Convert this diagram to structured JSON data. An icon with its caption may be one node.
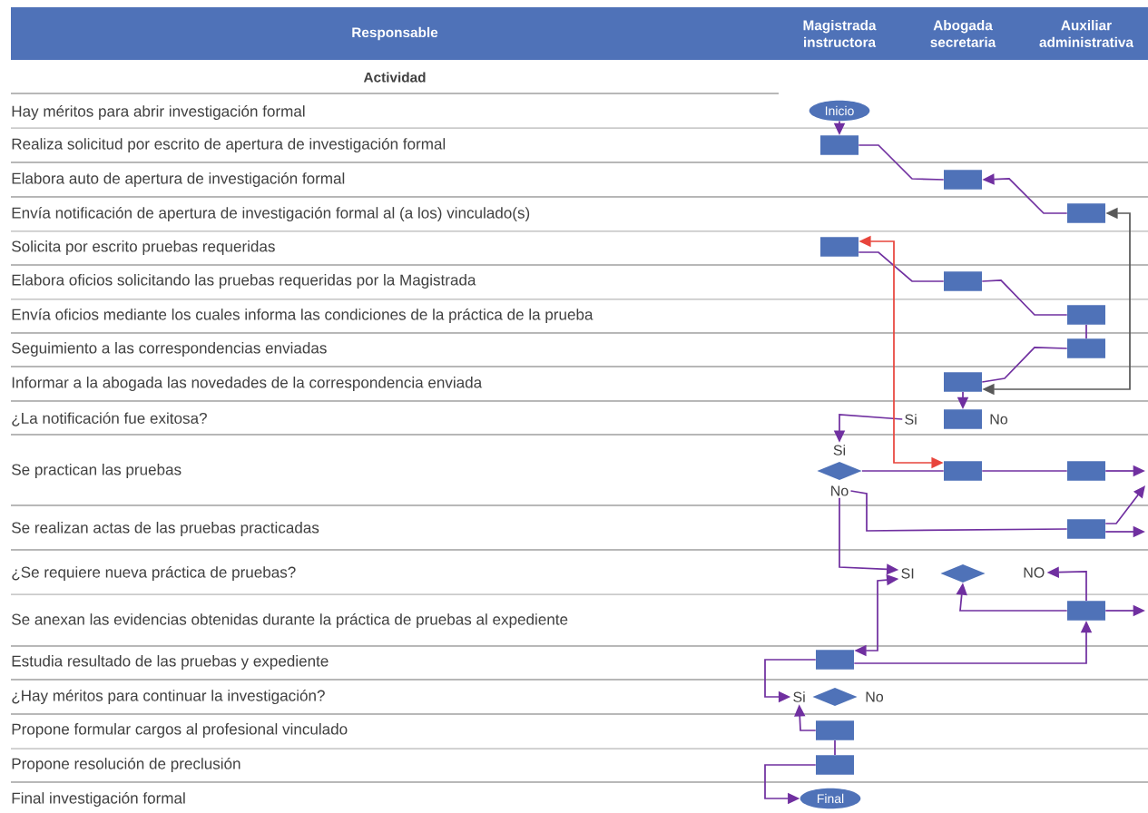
{
  "diagram": {
    "nodes": [
      {
        "text": [
          "Inicio"
        ]
      },
      {
        "text": [],
        "shape": "box"
      },
      {
        "text": [],
        "shape": "box"
      },
      {
        "text": [],
        "shape": "box"
      },
      {
        "text": [],
        "shape": "box"
      },
      {
        "text": [],
        "shape": "box"
      },
      {
        "text": [],
        "shape": "box"
      },
      {
        "text": [],
        "shape": "box"
      },
      {
        "text": [],
        "shape": "box"
      },
      {
        "text": [],
        "shape": "box",
        "beside": [
          "Si",
          "No"
        ]
      },
      {
        "text": [],
        "shape": "diamond",
        "beside": [
          "Si",
          "No"
        ]
      },
      {
        "text": [],
        "shape": "box"
      },
      {
        "text": [],
        "shape": "box"
      },
      {
        "text": [],
        "shape": "box"
      },
      {
        "text": [],
        "shape": "diamond",
        "beside": [
          "SI",
          "NO"
        ]
      },
      {
        "text": [],
        "shape": "box"
      },
      {
        "text": [],
        "shape": "box"
      },
      {
        "text": [],
        "shape": "diamond",
        "beside": [
          "Si",
          "No"
        ]
      },
      {
        "text": [],
        "shape": "box"
      },
      {
        "text": [],
        "shape": "box"
      },
      {
        "text": [
          "Final"
        ]
      }
    ],
    "edges": [
      {
        "from": 0,
        "to": 1,
        "arrow": "to"
      },
      {
        "from": 1,
        "to": 2,
        "arrow": "none"
      },
      {
        "from": 3,
        "to": 2,
        "arrow": "to"
      },
      {
        "from": 3,
        "to": 8,
        "arrow": "both",
        "color": "#595959"
      },
      {
        "from": 4,
        "to": 5,
        "arrow": "none"
      },
      {
        "from": 5,
        "to": 6,
        "arrow": "none"
      },
      {
        "from": 6,
        "to": 7,
        "arrow": "none"
      },
      {
        "from": 7,
        "to": 8,
        "arrow": "none"
      },
      {
        "from": 8,
        "to": 9,
        "arrow": "to"
      },
      {
        "from": 9,
        "to": 10,
        "arrow": "to"
      },
      {
        "from": 4,
        "to": 11,
        "arrow": "both",
        "color": "#e8453c"
      },
      {
        "from": 10,
        "to": 11,
        "arrow": "none"
      },
      {
        "from": 11,
        "to": 12,
        "arrow": "none"
      },
      {
        "from": 12,
        "to": null,
        "arrow": "to"
      },
      {
        "from": 10,
        "to": 13,
        "arrow": "none"
      },
      {
        "from": 13,
        "to": null,
        "arrow": "to"
      },
      {
        "from": 13,
        "to": null,
        "arrow": "to"
      },
      {
        "from": 10,
        "to": 14,
        "arrow": "to"
      },
      {
        "from": 16,
        "to": 14,
        "arrow": "both"
      },
      {
        "from": 15,
        "to": 14,
        "arrow": "to"
      },
      {
        "from": 15,
        "to": 14,
        "arrow": "to"
      },
      {
        "from": 15,
        "to": null,
        "arrow": "to"
      },
      {
        "from": 16,
        "to": 15,
        "arrow": "to"
      },
      {
        "from": 16,
        "to": 17,
        "arrow": "to"
      },
      {
        "from": 18,
        "to": 17,
        "arrow": "to"
      },
      {
        "from": 18,
        "to": 19,
        "arrow": "none"
      },
      {
        "from": 19,
        "to": 20,
        "arrow": "to"
      }
    ],
    "labels": [
      "Responsable",
      "Magistrada instructora",
      "Abogada secretaria",
      "Auxiliar administrativa",
      "Actividad",
      "Hay méritos para abrir investigación formal",
      "Realiza solicitud por escrito de apertura de investigación formal",
      "Elabora auto de apertura de investigación formal",
      "Envía notificación de apertura de investigación formal al (a los) vinculado(s)",
      "Solicita por escrito pruebas requeridas",
      "Elabora oficios solicitando las pruebas requeridas por la Magistrada",
      "Envía oficios mediante los cuales informa las condiciones de la práctica de la prueba",
      "Seguimiento a las correspondencias enviadas",
      "Informar a la abogada las novedades de la correspondencia enviada",
      "¿La notificación fue exitosa?",
      "Se practican las pruebas",
      "Se realizan actas de las pruebas practicadas",
      "¿Se requiere nueva práctica de pruebas?",
      "Se anexan las evidencias obtenidas durante la práctica de pruebas al expediente",
      "Estudia resultado de las pruebas y expediente",
      "¿Hay méritos para continuar la investigación?",
      "Propone formular cargos al profesional vinculado",
      "Propone resolución de preclusión",
      "Final investigación formal"
    ]
  }
}
